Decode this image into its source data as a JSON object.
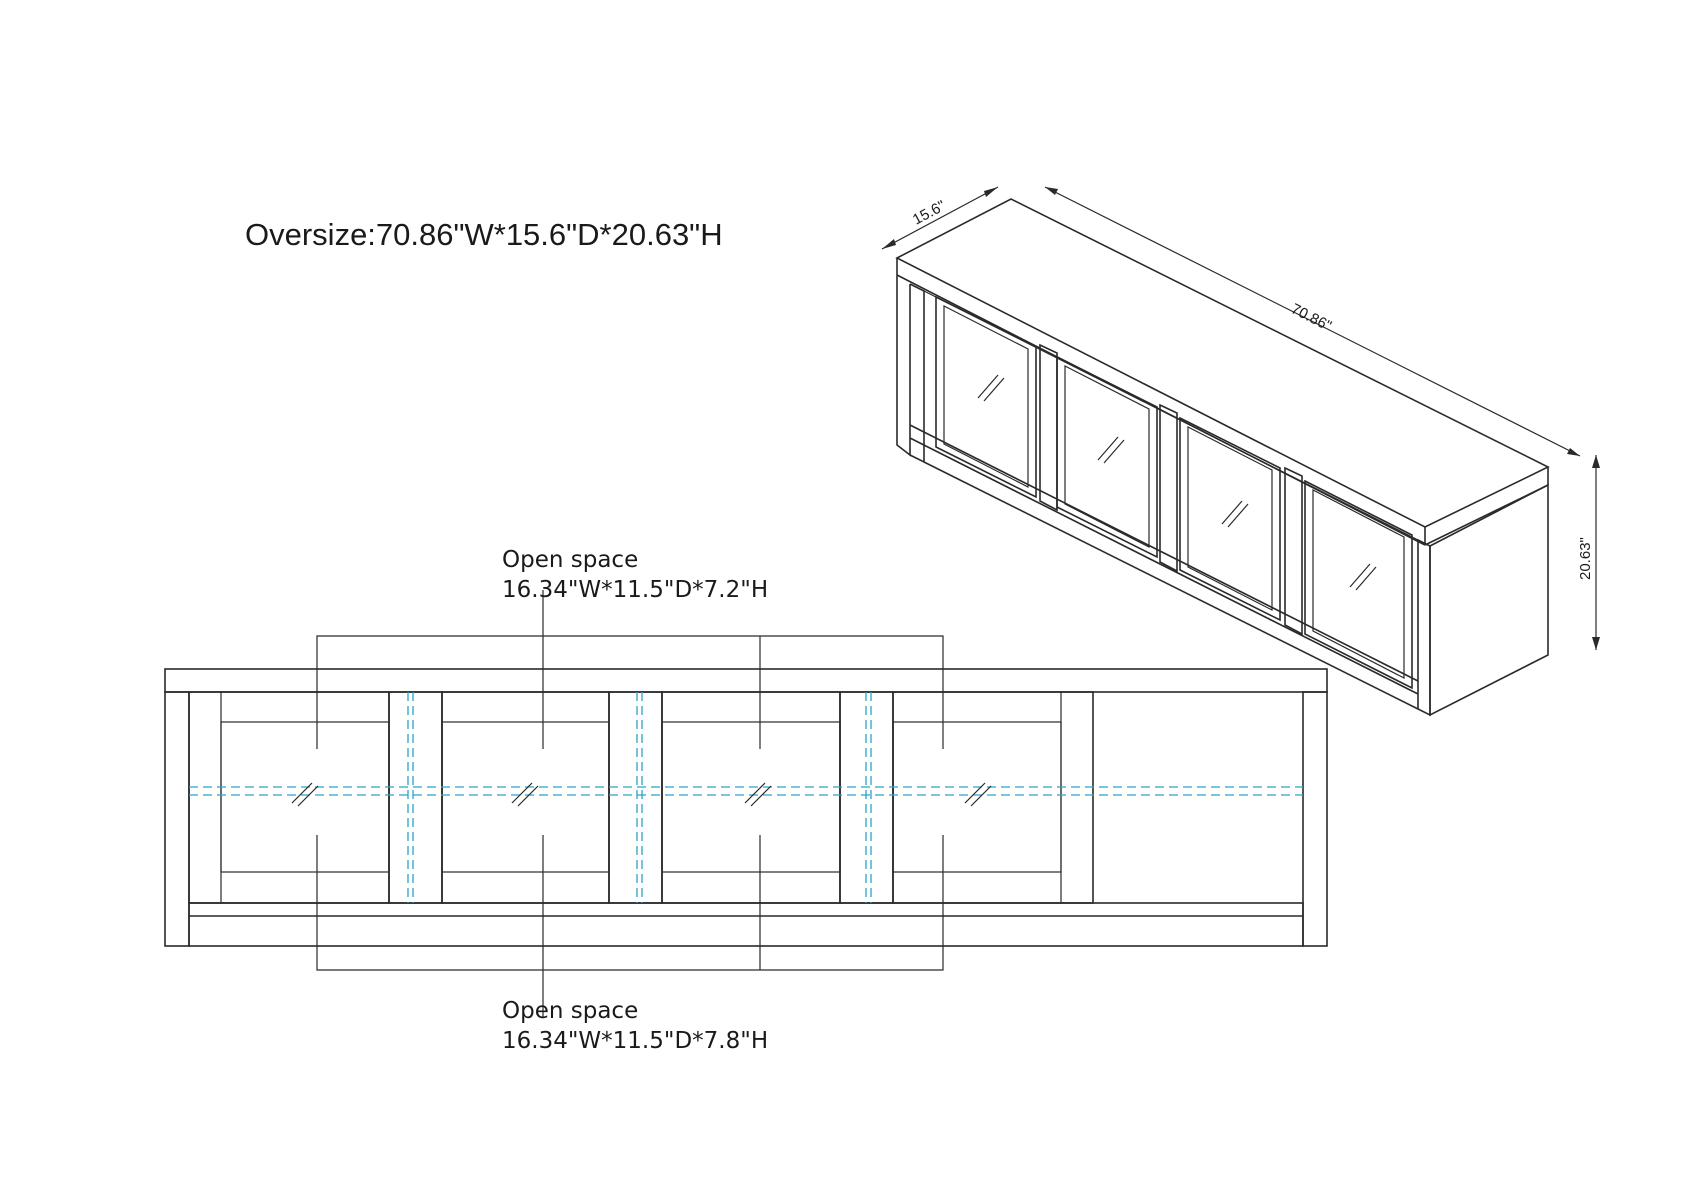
{
  "title": "Oversize:70.86\"W*15.6\"D*20.63\"H",
  "dimensions": {
    "depth": "15.6\"",
    "width": "70.86\"",
    "height": "20.63\""
  },
  "callouts": {
    "top": {
      "heading": "Open space",
      "size": "16.34\"W*11.5\"D*7.2\"H"
    },
    "bottom": {
      "heading": "Open space",
      "size": "16.34\"W*11.5\"D*7.8\"H"
    }
  },
  "colors": {
    "line": "#2a2a2a",
    "hidden_line": "#2aa3c7",
    "background": "#ffffff"
  }
}
